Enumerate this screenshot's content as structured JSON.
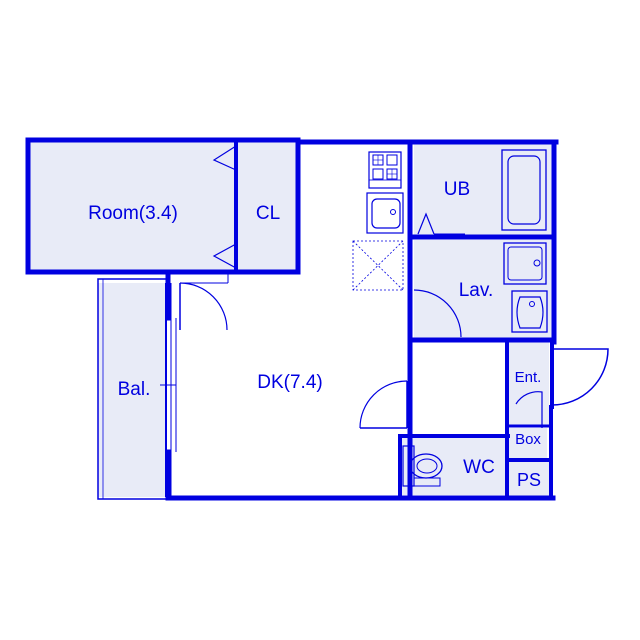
{
  "floorplan": {
    "colors": {
      "wall": "#0000e0",
      "fill": "#e8ebf7",
      "background": "#ffffff"
    },
    "rooms": {
      "room": "Room(3.4)",
      "closet": "CL",
      "dk": "DK(7.4)",
      "balcony": "Bal.",
      "bath": "UB",
      "lavatory": "Lav.",
      "entrance": "Ent.",
      "box": "Box",
      "toilet": "WC",
      "pipe_space": "PS"
    },
    "fixtures": [
      "stove-icon",
      "sink-icon",
      "bathtub-icon",
      "washer-icon",
      "washbasin-icon",
      "toilet-icon"
    ]
  }
}
